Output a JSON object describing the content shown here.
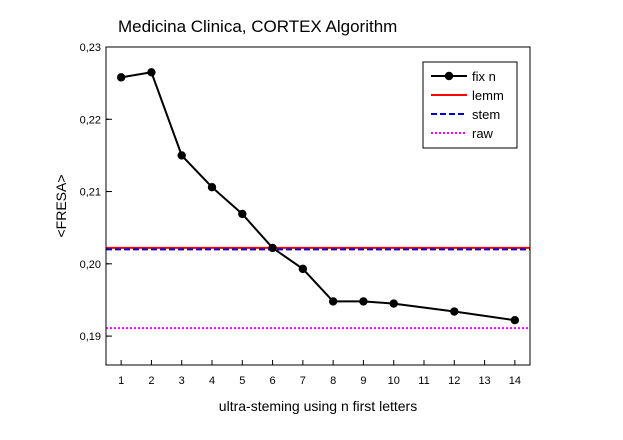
{
  "chart_data": {
    "type": "line",
    "title": "Medicina Clinica, CORTEX Algorithm",
    "xlabel": "ultra-steming using n first letters",
    "ylabel": "<FRESA>",
    "xlim": [
      0.5,
      14.5
    ],
    "ylim": [
      0.186,
      0.23
    ],
    "x_ticks": [
      1,
      2,
      3,
      4,
      5,
      6,
      7,
      8,
      9,
      10,
      11,
      12,
      13,
      14
    ],
    "y_ticks": [
      "0,19",
      "0,20",
      "0,21",
      "0,22",
      "0,23"
    ],
    "y_tick_values": [
      0.19,
      0.2,
      0.21,
      0.22,
      0.23
    ],
    "grid": false,
    "legend_position": "top-right",
    "series": [
      {
        "name": "fix n",
        "style": "solid-with-markers",
        "color": "#000000",
        "x": [
          1,
          2,
          3,
          4,
          5,
          6,
          7,
          8,
          9,
          10,
          12,
          14
        ],
        "y": [
          0.2258,
          0.2265,
          0.215,
          0.2106,
          0.2069,
          0.2022,
          0.1993,
          0.1948,
          0.1948,
          0.1945,
          0.1934,
          0.1922
        ]
      },
      {
        "name": "lemm",
        "style": "solid",
        "color": "#ff0000",
        "y": 0.2022
      },
      {
        "name": "stem",
        "style": "dashed",
        "color": "#0000cc",
        "y": 0.202
      },
      {
        "name": "raw",
        "style": "dotted",
        "color": "#ff00ff",
        "y": 0.1911
      }
    ]
  }
}
